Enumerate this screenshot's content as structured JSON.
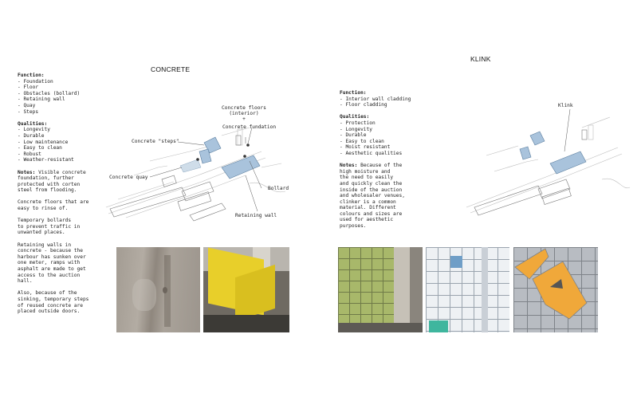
{
  "concrete": {
    "title": "CONCRETE",
    "function_heading": "Function:",
    "function_items": [
      "- Foundation",
      "- Floor",
      "- Obstacles (bollard)",
      "- Retaining wall",
      "- Quay",
      "- Steps"
    ],
    "qualities_heading": "Qualities:",
    "qualities_items": [
      "- Longevity",
      "- Durable",
      "- Low maintenance",
      "- Easy to clean",
      "- Robust",
      "- Weather-resistant"
    ],
    "notes_heading": "Notes:",
    "notes_first": "Visible concrete",
    "notes_rest": [
      "foundation, further",
      "protected with corten",
      "steel from flooding."
    ],
    "paragraphs": [
      [
        "Concrete floors that are",
        "easy to rinse of."
      ],
      [
        "Temporary bollards",
        "to prevent traffic in",
        "unwanted places."
      ],
      [
        "Retaining walls in",
        "concrete - because the",
        "harbour has sunken over",
        "one meter, ramps with",
        "asphalt are made to get",
        "access to the auction",
        "hall."
      ],
      [
        "Also, because of the",
        "sinking, temporary steps",
        "of reused concrete are",
        "placed outside doors."
      ]
    ],
    "map_labels": {
      "floors_line1": "Concrete floors",
      "floors_line2": "(interior)",
      "plus": "+",
      "foundation": "Concrete fundation",
      "steps": "Concrete \"steps\"",
      "quay": "Concrete quay",
      "bollard": "Bollard",
      "retaining": "Retaining wall"
    }
  },
  "klink": {
    "title": "KLINK",
    "function_heading": "Function:",
    "function_items": [
      "- Interior wall cladding",
      "- Floor cladding"
    ],
    "qualities_heading": "Qualities:",
    "qualities_items": [
      "- Protection",
      "- Longevity",
      "- Durable",
      "- Easy to clean",
      "- Moist resistant",
      "- Aesthetic qualities"
    ],
    "notes_heading": "Notes:",
    "notes_first": "Because of the",
    "notes_rest": [
      "high moisture and",
      "the need to easily",
      "and quickly clean the",
      "inside of the auction",
      "and wholesaler venues,",
      "clinker is a common",
      "material. Different",
      "colours and sizes are",
      "used for aesthetic",
      "purposes."
    ],
    "map_labels": {
      "klink": "Klink"
    }
  },
  "colors": {
    "highlight_blue": "#a9c3dc",
    "concrete_gray": "#9a948c",
    "bollard_yellow": "#e8cf2a",
    "tile_green": "#a8b86a",
    "tile_orange": "#f0a83a"
  }
}
